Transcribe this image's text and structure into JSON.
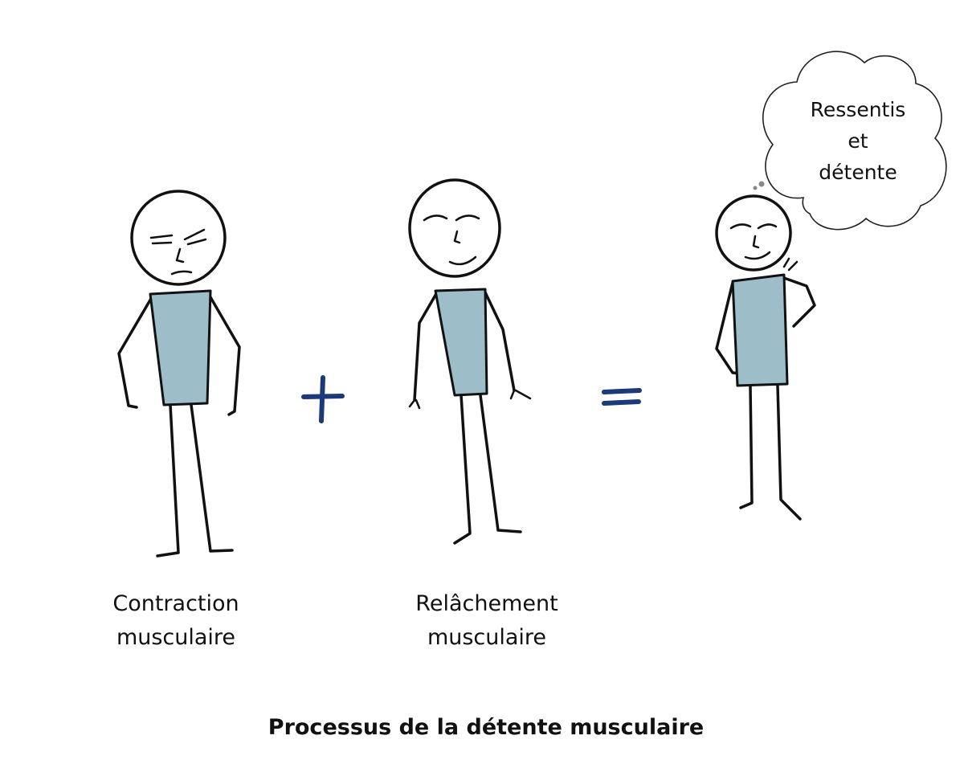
{
  "colors": {
    "ink": "#111111",
    "shirt": "#9dbdc8",
    "operator": "#1c3a7a",
    "background": "#ffffff"
  },
  "figures": [
    {
      "label_line1": "Contraction",
      "label_line2": "musculaire",
      "icon": "tense-stick-figure"
    },
    {
      "label_line1": "Relâchement",
      "label_line2": "musculaire",
      "icon": "relaxed-stick-figure"
    },
    {
      "icon": "thinking-stick-figure"
    }
  ],
  "thought_bubble": {
    "line1": "Ressentis",
    "line2": "et",
    "line3": "détente"
  },
  "operators": {
    "plus": "+",
    "equals": "="
  },
  "title": "Processus de la détente musculaire"
}
